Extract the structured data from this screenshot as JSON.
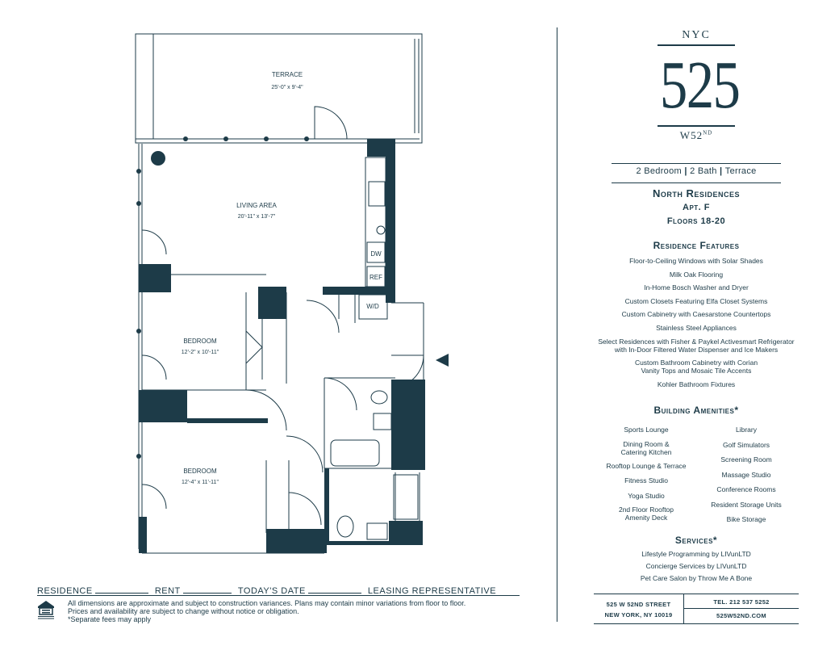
{
  "brand": {
    "city": "NYC",
    "number": "525",
    "street": "W52",
    "street_suffix": "ND"
  },
  "unit": {
    "summary_beds": "2 Bedroom",
    "summary_bath": "2 Bath",
    "summary_terrace": "Terrace",
    "residence_name": "North Residences",
    "apartment": "Apt. F",
    "floors": "Floors 18-20"
  },
  "plan": {
    "terrace_label": "TERRACE",
    "terrace_dims": "25'-0\" x 9'-4\"",
    "living_label": "LIVING AREA",
    "living_dims": "20'-11\" x 13'-7\"",
    "bedroom1_label": "BEDROOM",
    "bedroom1_dims": "12'-2\" x 10'-11\"",
    "bedroom2_label": "BEDROOM",
    "bedroom2_dims": "12'-4\" x 11'-11\"",
    "dw_label": "DW",
    "ref_label": "REF",
    "wd_label": "W/D"
  },
  "features": {
    "heading": "Residence Features",
    "items": [
      "Floor-to-Ceiling Windows with Solar Shades",
      "Milk Oak Flooring",
      "In-Home Bosch Washer and Dryer",
      "Custom Closets Featuring Elfa Closet Systems",
      "Custom Cabinetry with Caesarstone Countertops",
      "Stainless Steel Appliances",
      "Select Residences with Fisher & Paykel Activesmart Refrigerator",
      "with In-Door Filtered Water Dispenser and Ice Makers",
      "Custom Bathroom Cabinetry with Corian",
      "Vanity Tops and Mosaic Tile Accents",
      "Kohler Bathroom Fixtures"
    ]
  },
  "amenities": {
    "heading": "Building Amenities*",
    "left": [
      "Sports Lounge",
      "Dining Room &",
      "Catering Kitchen",
      "Rooftop Lounge & Terrace",
      "Fitness Studio",
      "Yoga Studio",
      "2nd Floor Rooftop",
      "Amenity Deck"
    ],
    "right": [
      "Library",
      "Golf Simulators",
      "Screening Room",
      "Massage Studio",
      "Conference Rooms",
      "Resident Storage Units",
      "Bike Storage"
    ]
  },
  "services": {
    "heading": "Services*",
    "items": [
      "Lifestyle Programming by LIVunLTD",
      "Concierge Services by LIVunLTD",
      "Pet Care Salon by Throw Me A Bone"
    ]
  },
  "contact": {
    "address_line1": "525 W 52ND STREET",
    "address_line2": "NEW YORK, NY 10019",
    "phone": "TEL. 212 537 5252",
    "website": "525W52ND.COM"
  },
  "form": {
    "residence": "RESIDENCE",
    "rent": "RENT",
    "date": "TODAY'S DATE",
    "rep": "LEASING REPRESENTATIVE"
  },
  "disclaimer": {
    "line1": "All dimensions are approximate and subject to construction variances. Plans may contain minor variations from floor to floor.",
    "line2": "Prices and availability are subject to change without notice or obligation.",
    "line3": "*Separate fees may apply"
  },
  "colors": {
    "ink": "#1d3b48",
    "wall": "#1d3b48"
  },
  "icons": {
    "equal_housing": "equal-housing-icon",
    "entry": "entry-arrow-icon"
  }
}
